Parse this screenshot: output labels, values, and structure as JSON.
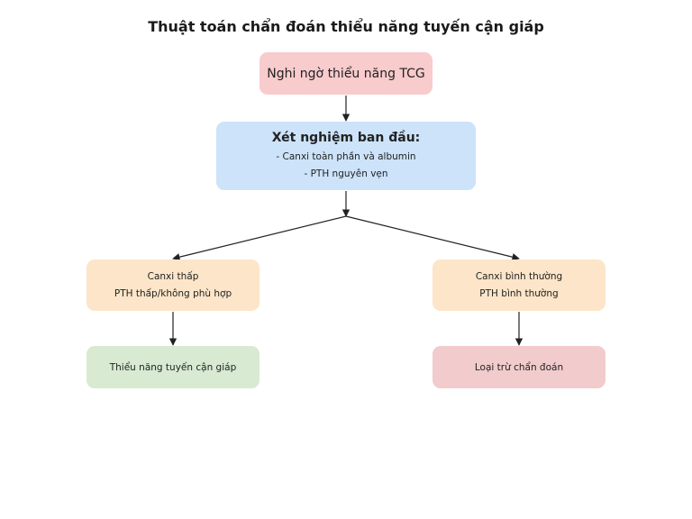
{
  "title": "Thuật toán chẩn đoán thiểu năng tuyến cận giáp",
  "colors": {
    "suspect_bg": "#f8cbcd",
    "initial_bg": "#cce3fa",
    "branch_bg": "#fde5c9",
    "hypo_bg": "#d8ead2",
    "exclude_bg": "#f2cbcd",
    "arrow": "#222222"
  },
  "nodes": {
    "suspect": {
      "text": "Nghi ngờ thiểu năng TCG"
    },
    "initial": {
      "heading": "Xét nghiệm ban đầu:",
      "lines": [
        "- Canxi toàn phần và albumin",
        "- PTH nguyên vẹn"
      ]
    },
    "low": {
      "lines": [
        "Canxi thấp",
        "PTH thấp/không phù hợp"
      ]
    },
    "normal": {
      "lines": [
        "Canxi bình thường",
        "PTH bình thường"
      ]
    },
    "hypo": {
      "text": "Thiểu năng tuyến cận giáp"
    },
    "exclude": {
      "text": "Loại trừ chẩn đoán"
    }
  }
}
